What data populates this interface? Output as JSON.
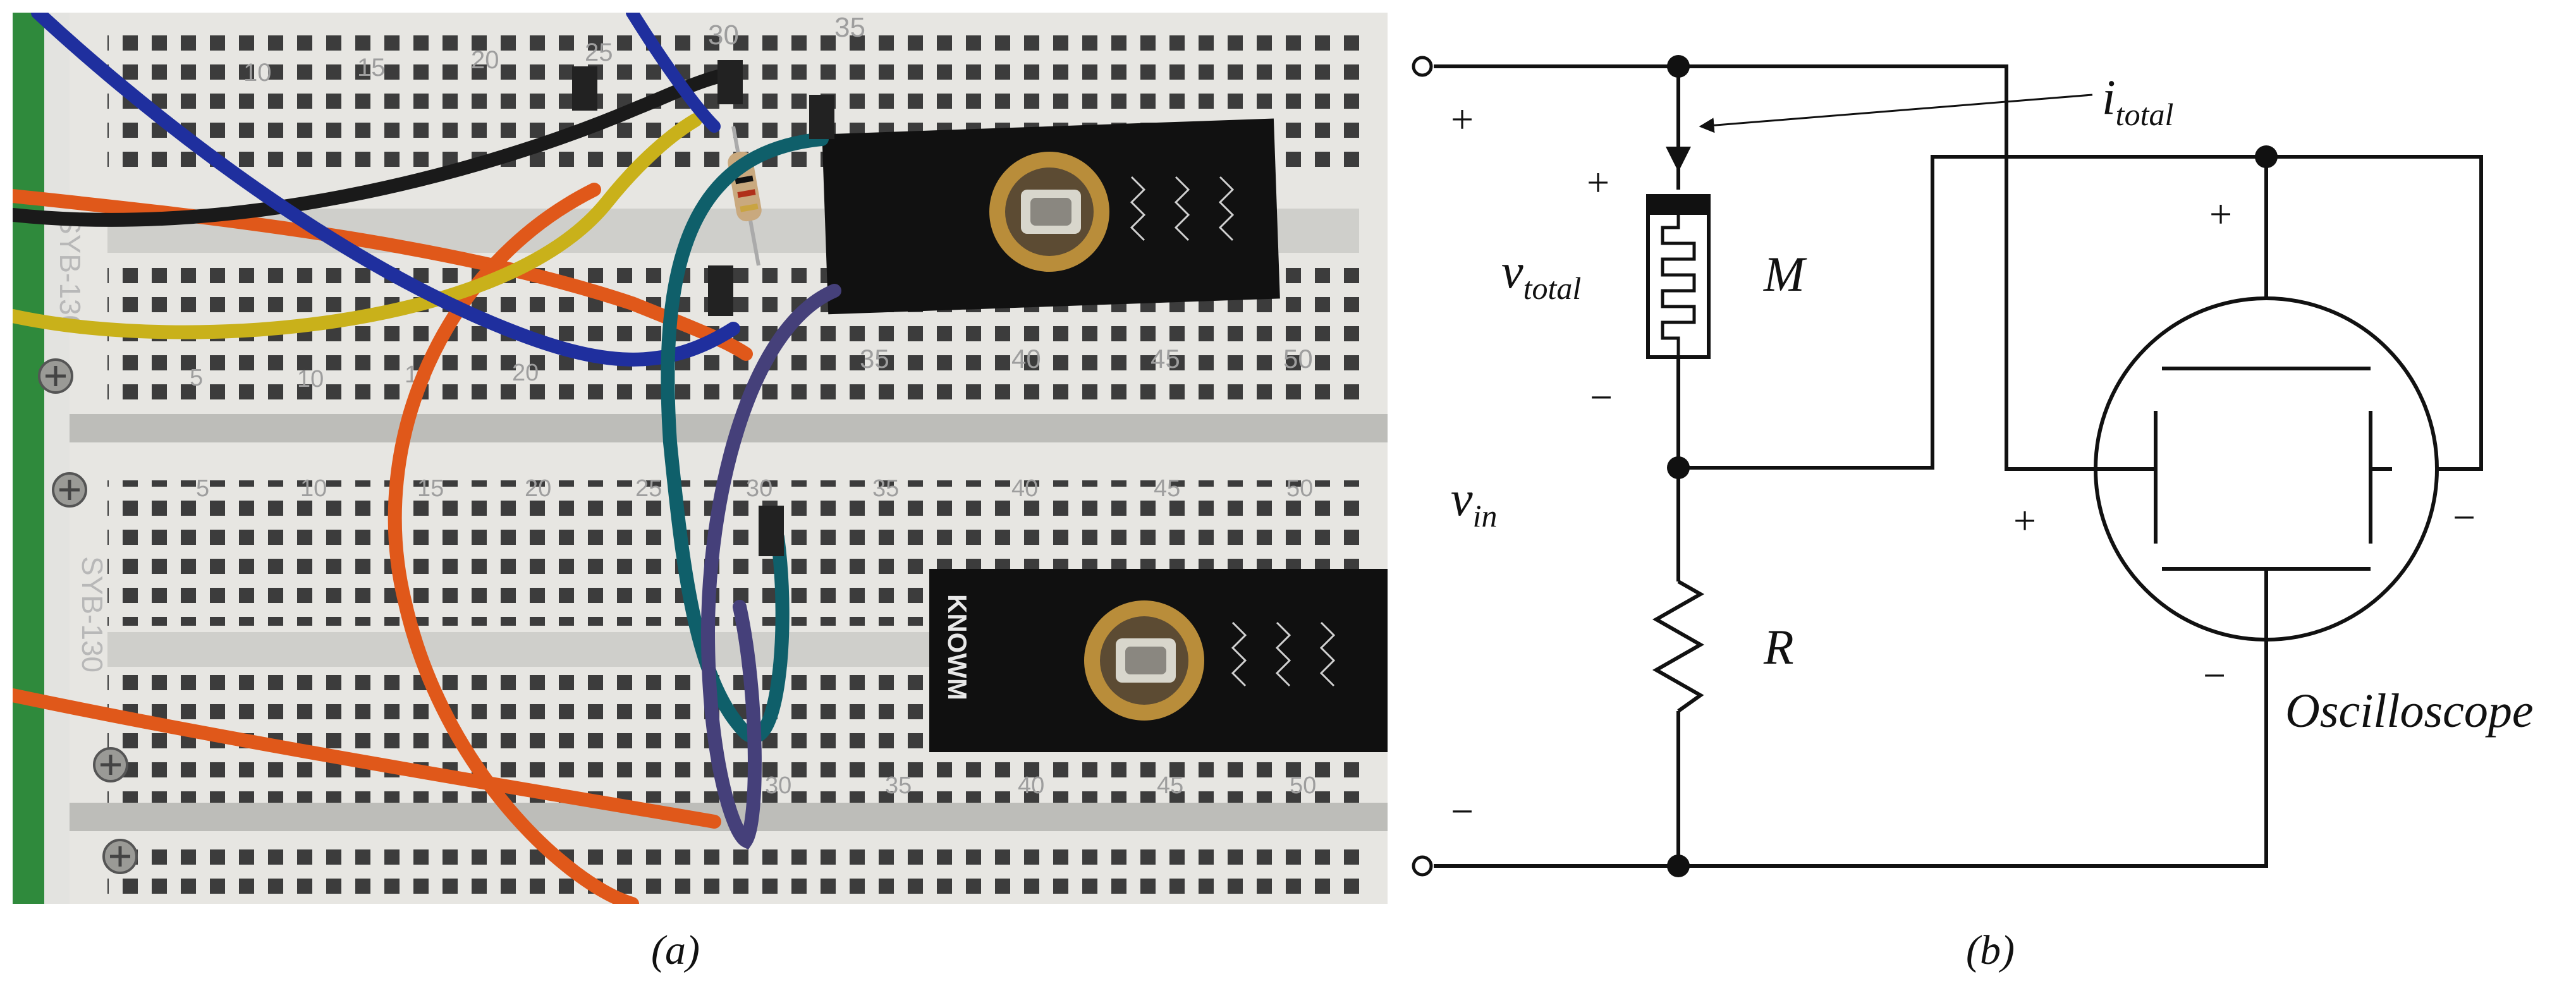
{
  "panel_a": {
    "caption": "(a)",
    "breadboard": {
      "top_column_numbers": [
        "10",
        "15",
        "20",
        "25",
        "30",
        "35"
      ],
      "mid_column_numbers": [
        "5",
        "10",
        "15",
        "20",
        "35",
        "40",
        "45",
        "50"
      ],
      "lower_column_numbers": [
        "5",
        "10",
        "15",
        "20",
        "25",
        "30",
        "35",
        "40",
        "45",
        "50"
      ],
      "bottom_column_numbers": [
        "30",
        "35",
        "40",
        "45",
        "50"
      ],
      "module_labels": [
        "SYB-130",
        "SYB-130"
      ]
    },
    "chip_upper": {
      "logo": ""
    },
    "chip_lower": {
      "logo": "KNOWM"
    },
    "wire_colors": {
      "blue": "#1f2f9e",
      "black": "#1a1a1a",
      "yellow": "#c9b11a",
      "orange": "#e0581a",
      "teal": "#0f5f6a",
      "purple": "#45407a",
      "brown": "#8a3a18"
    }
  },
  "panel_b": {
    "caption": "(b)",
    "labels": {
      "i_total_main": "i",
      "i_total_sub": "total",
      "v_total_main": "v",
      "v_total_sub": "total",
      "v_in_main": "v",
      "v_in_sub": "in",
      "memristor": "M",
      "resistor": "R",
      "oscilloscope": "Oscilloscope",
      "plus": "+",
      "minus": "−"
    }
  }
}
